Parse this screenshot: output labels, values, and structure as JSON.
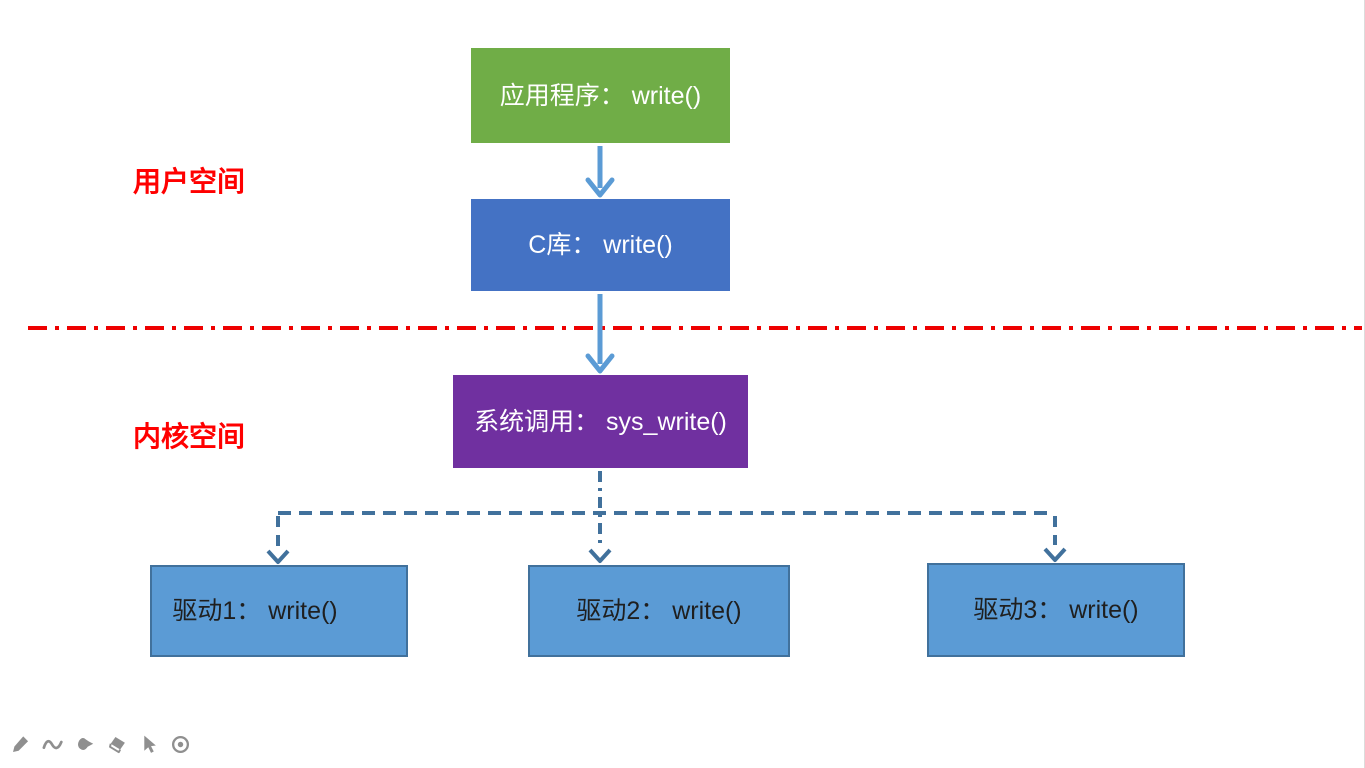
{
  "diagram": {
    "nodes": {
      "app": {
        "label": "应用程序： write()"
      },
      "clib": {
        "label": "C库： write()"
      },
      "syscall": {
        "label": "系统调用： sys_write()"
      },
      "driver1": {
        "label": "驱动1： write()"
      },
      "driver2": {
        "label": "驱动2： write()"
      },
      "driver3": {
        "label": "驱动3： write()"
      }
    },
    "labels": {
      "user_space": "用户空间",
      "kernel_space": "内核空间"
    },
    "edges": [
      {
        "from": "app",
        "to": "clib",
        "style": "solid-arrow"
      },
      {
        "from": "clib",
        "to": "syscall",
        "style": "solid-arrow"
      },
      {
        "from": "syscall",
        "to": "driver1",
        "style": "dashed-arrow"
      },
      {
        "from": "syscall",
        "to": "driver2",
        "style": "dash-dot-arrow"
      },
      {
        "from": "syscall",
        "to": "driver3",
        "style": "dashed-arrow"
      }
    ],
    "divider": {
      "style": "red-dash-dot",
      "separates": [
        "用户空间",
        "内核空间"
      ]
    }
  },
  "toolbar": {
    "icons": [
      {
        "name": "pen-icon"
      },
      {
        "name": "curve-icon"
      },
      {
        "name": "marker-icon"
      },
      {
        "name": "eraser-icon"
      },
      {
        "name": "cursor-icon"
      },
      {
        "name": "laser-pointer-icon"
      }
    ]
  },
  "colors": {
    "app_green": "#70AD47",
    "clib_blue": "#4472C4",
    "syscall_purple": "#7030A0",
    "driver_fill": "#5B9BD5",
    "driver_border": "#41719C",
    "driver_text": "#1F1F1F",
    "node_text_light": "#FFFFFF",
    "solid_arrow": "#5B9BD5",
    "dashed_connector": "#41719C",
    "divider_red": "#EE0000",
    "label_red": "#FF0000",
    "toolbar_gray": "#8F8F8F"
  }
}
